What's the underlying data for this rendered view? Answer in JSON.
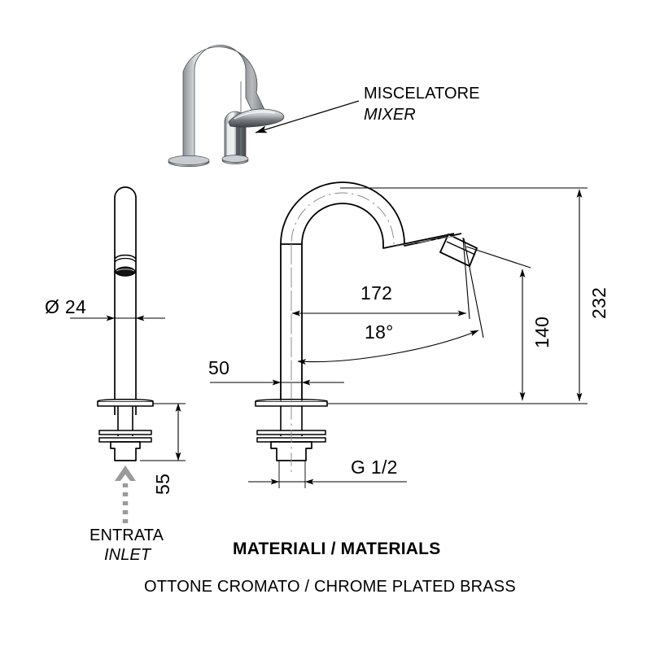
{
  "sheet": {
    "background": "#ffffff",
    "line_color": "#000000",
    "inlet_arrow_color": "#9a9a9a",
    "centerline_color": "#8c8c8c"
  },
  "photo_callout": {
    "label_it": "MISCELATORE",
    "label_en": "MIXER",
    "icon": "leader-arrow-icon"
  },
  "front_view": {
    "diameter_label": "Ø 24",
    "height_label": "55",
    "inlet_label_it": "ENTRATA",
    "inlet_label_en": "INLET",
    "inlet_icon": "up-arrow-icon"
  },
  "side_view": {
    "reach_label": "172",
    "angle_label": "18°",
    "spout_height_label": "140",
    "total_height_label": "232",
    "base_offset_label": "50",
    "thread_label": "G 1/2"
  },
  "materials": {
    "heading": "MATERIALI / MATERIALS",
    "body": "OTTONE CROMATO / CHROME PLATED BRASS"
  }
}
